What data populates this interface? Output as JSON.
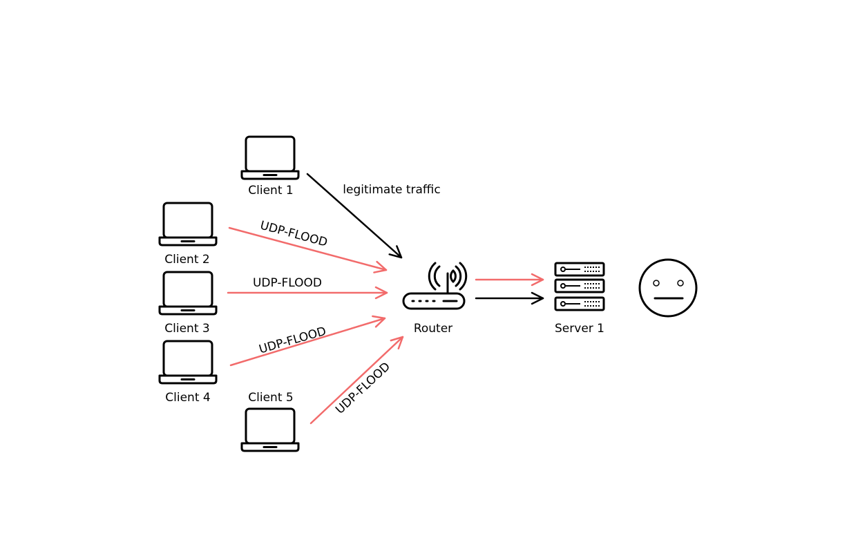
{
  "nodes": {
    "client1": "Client 1",
    "client2": "Client 2",
    "client3": "Client 3",
    "client4": "Client 4",
    "client5": "Client 5",
    "router": "Router",
    "server": "Server 1"
  },
  "edges": {
    "legit": "legitimate traffic",
    "flood2": "UDP-FLOOD",
    "flood3": "UDP-FLOOD",
    "flood4": "UDP-FLOOD",
    "flood5": "UDP-FLOOD"
  },
  "icons": [
    "laptop-icon",
    "router-icon",
    "server-rack-icon",
    "neutral-face-icon"
  ],
  "colors": {
    "flood": "#f26b6b",
    "legit": "#000000"
  }
}
